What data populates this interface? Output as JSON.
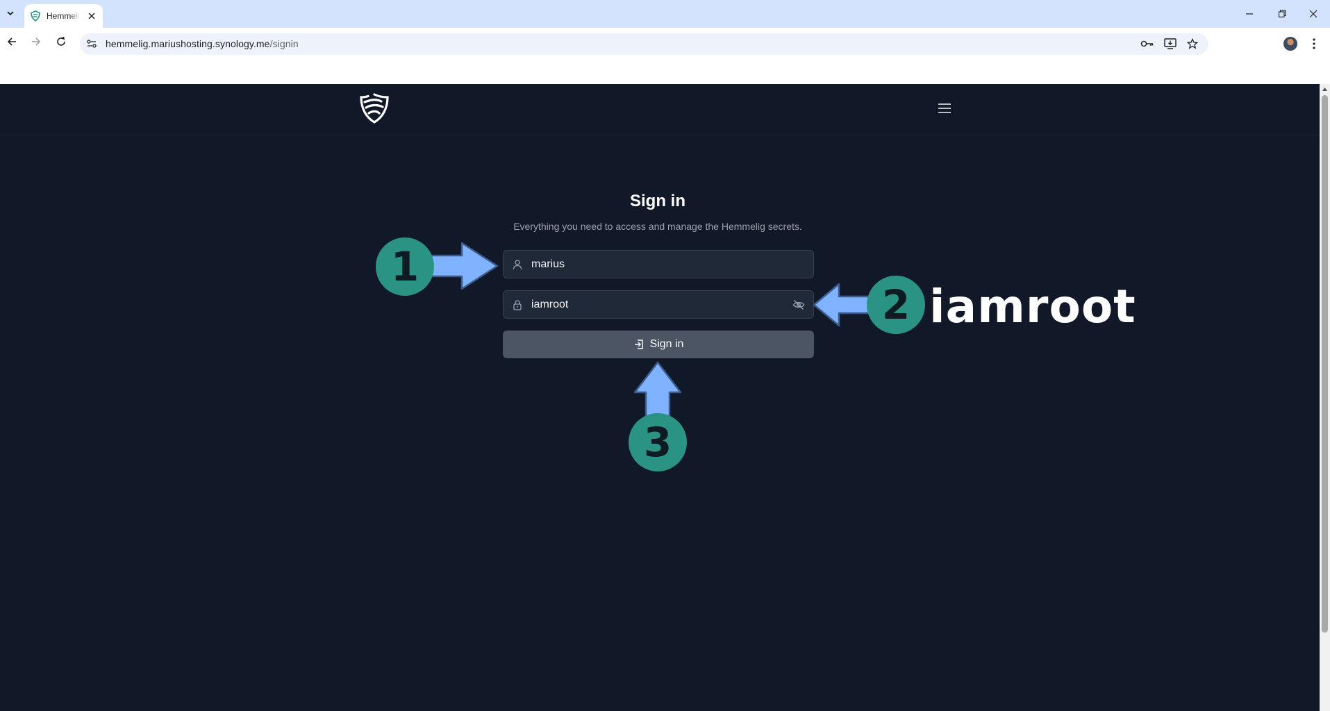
{
  "browser": {
    "tab_title": "Hemmelig",
    "url_host": "hemmelig.mariushosting.synology.me",
    "url_path": "/signin",
    "icons": [
      "tab-search-icon",
      "favicon-shield-icon",
      "close-icon",
      "minimize-icon",
      "restore-icon",
      "back-icon",
      "forward-icon",
      "reload-icon",
      "site-info-icon",
      "key-icon",
      "install-icon",
      "star-icon",
      "avatar",
      "more-vert-icon"
    ]
  },
  "app": {
    "logo": "hemmelig-shield-logo",
    "menu_icon": "hamburger-icon"
  },
  "signin": {
    "title": "Sign in",
    "subtitle": "Everything you need to access and manage the Hemmelig secrets.",
    "username_value": "marius",
    "password_value": "iamroot",
    "button_label": "Sign in"
  },
  "annotations": {
    "step1": "1",
    "step2": "2",
    "step3": "3",
    "password_callout": "iamroot",
    "colors": {
      "badge": "#2b9383",
      "arrow": "#7fb2ff"
    }
  },
  "colors": {
    "page_bg": "#111827",
    "field_bg": "#1f2937",
    "button_bg": "#4b5563",
    "chrome_tabstrip": "#d3e3fd"
  }
}
